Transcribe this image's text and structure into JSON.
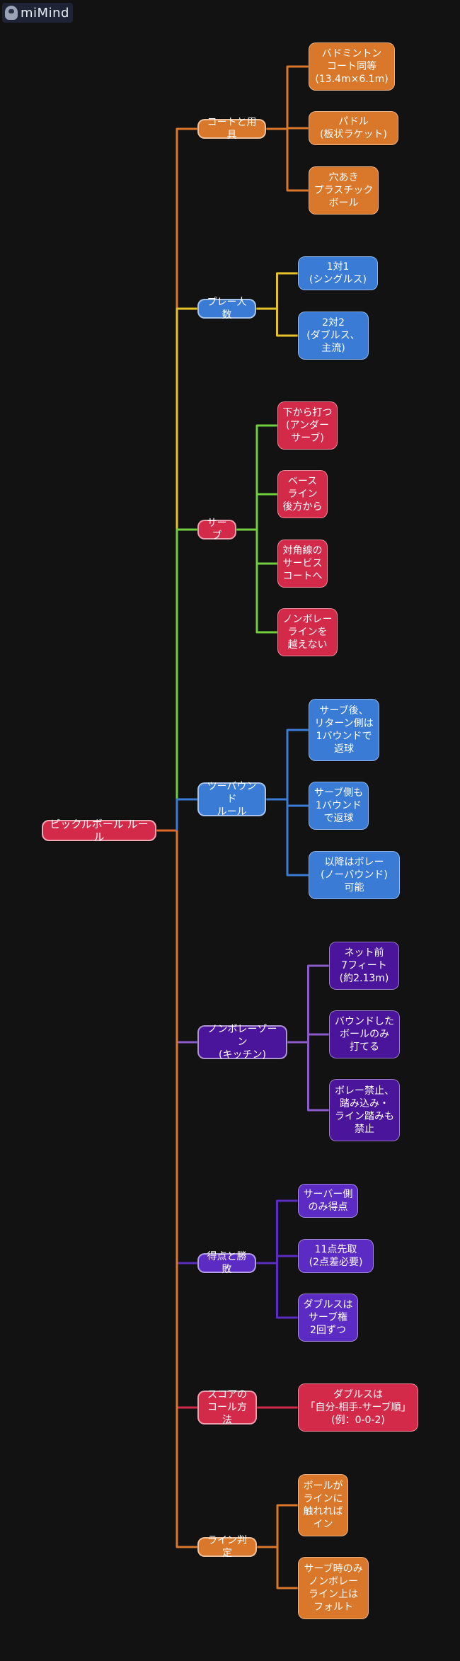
{
  "app": {
    "name": "miMind",
    "icon": "mimind-logo-icon"
  },
  "colors": {
    "orange": "#d9772a",
    "blue": "#3a7bd5",
    "crimson": "#d42a4a",
    "purple_dark": "#4a159a",
    "purple": "#5c2bc4",
    "yellow": "#e6c22a",
    "green": "#6fcf3f",
    "red": "#d42a4a",
    "root_link": "#e06a2a"
  },
  "mindmap": {
    "root": "ピックルボール ルール",
    "branches": [
      {
        "label": "コートと用具",
        "color": "orange",
        "link": "orange",
        "children": [
          "バドミントン\nコート同等\n(13.4m×6.1m)",
          "パドル\n(板状ラケット)",
          "穴あき\nプラスチック\nボール"
        ]
      },
      {
        "label": "プレー人数",
        "color": "blue",
        "link": "yellow",
        "children": [
          "1対1\n(シングルス)",
          "2対2\n(ダブルス、\n主流)"
        ]
      },
      {
        "label": "サーブ",
        "color": "crimson",
        "link": "green",
        "children": [
          "下から打つ\n(アンダー\nサーブ)",
          "ベース\nライン\n後方から",
          "対角線の\nサービス\nコートへ",
          "ノンボレー\nラインを\n越えない"
        ]
      },
      {
        "label": "ツーバウンド\nルール",
        "color": "blue",
        "link": "blue",
        "children": [
          "サーブ後、\nリターン側は\n1バウンドで\n返球",
          "サーブ側も\n1バウンド\nで返球",
          "以降はボレー\n(ノーバウンド)\n可能"
        ]
      },
      {
        "label": "ノンボレーゾーン\n(キッチン)",
        "color": "purple_dark",
        "link": "purple_link",
        "children": [
          "ネット前\n7フィート\n(約2.13m)",
          "バウンドした\nボールのみ\n打てる",
          "ボレー禁止、\n踏み込み・\nライン踏みも\n禁止"
        ]
      },
      {
        "label": "得点と勝敗",
        "color": "purple",
        "link": "purple",
        "children": [
          "サーバー側\nのみ得点",
          "11点先取\n(2点差必要)",
          "ダブルスは\nサーブ権\n2回ずつ"
        ]
      },
      {
        "label": "スコアの\nコール方法",
        "color": "crimson",
        "link": "red",
        "children": [
          "ダブルスは\n「自分-相手-サーブ順」\n(例：0-0-2)"
        ]
      },
      {
        "label": "ライン判定",
        "color": "orange",
        "link": "orange",
        "children": [
          "ボールが\nラインに\n触れれば\nイン",
          "サーブ時のみ\nノンボレー\nライン上は\nフォルト"
        ]
      }
    ]
  }
}
